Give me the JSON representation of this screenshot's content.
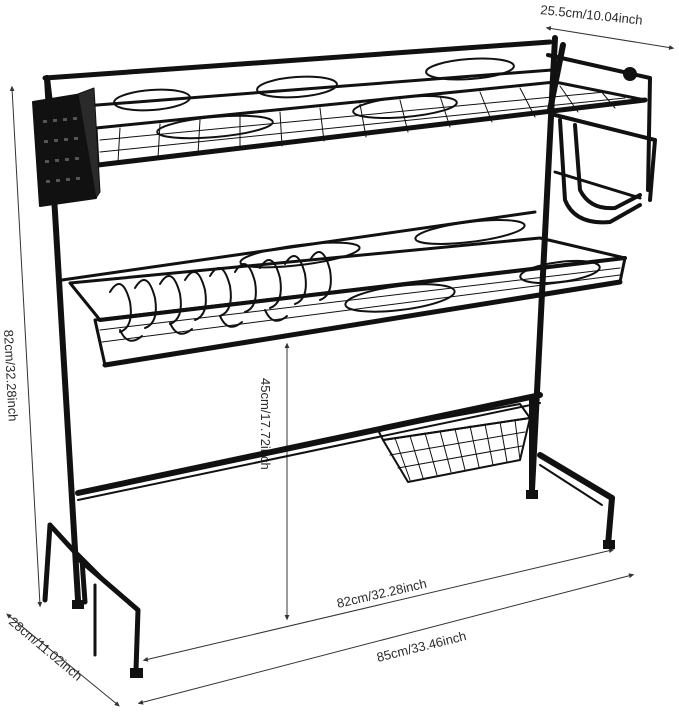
{
  "dimensions": {
    "depth_top": "25.5cm/10.04inch",
    "height_total": "82cm/32.28inch",
    "height_clearance": "45cm/17.72inch",
    "width_inner": "82cm/32.28inch",
    "width_outer": "85cm/33.46inch",
    "depth_base": "28cm/11.02inch"
  },
  "colors": {
    "frame": "#111111",
    "dimension_line": "#333333",
    "background": "#ffffff"
  }
}
